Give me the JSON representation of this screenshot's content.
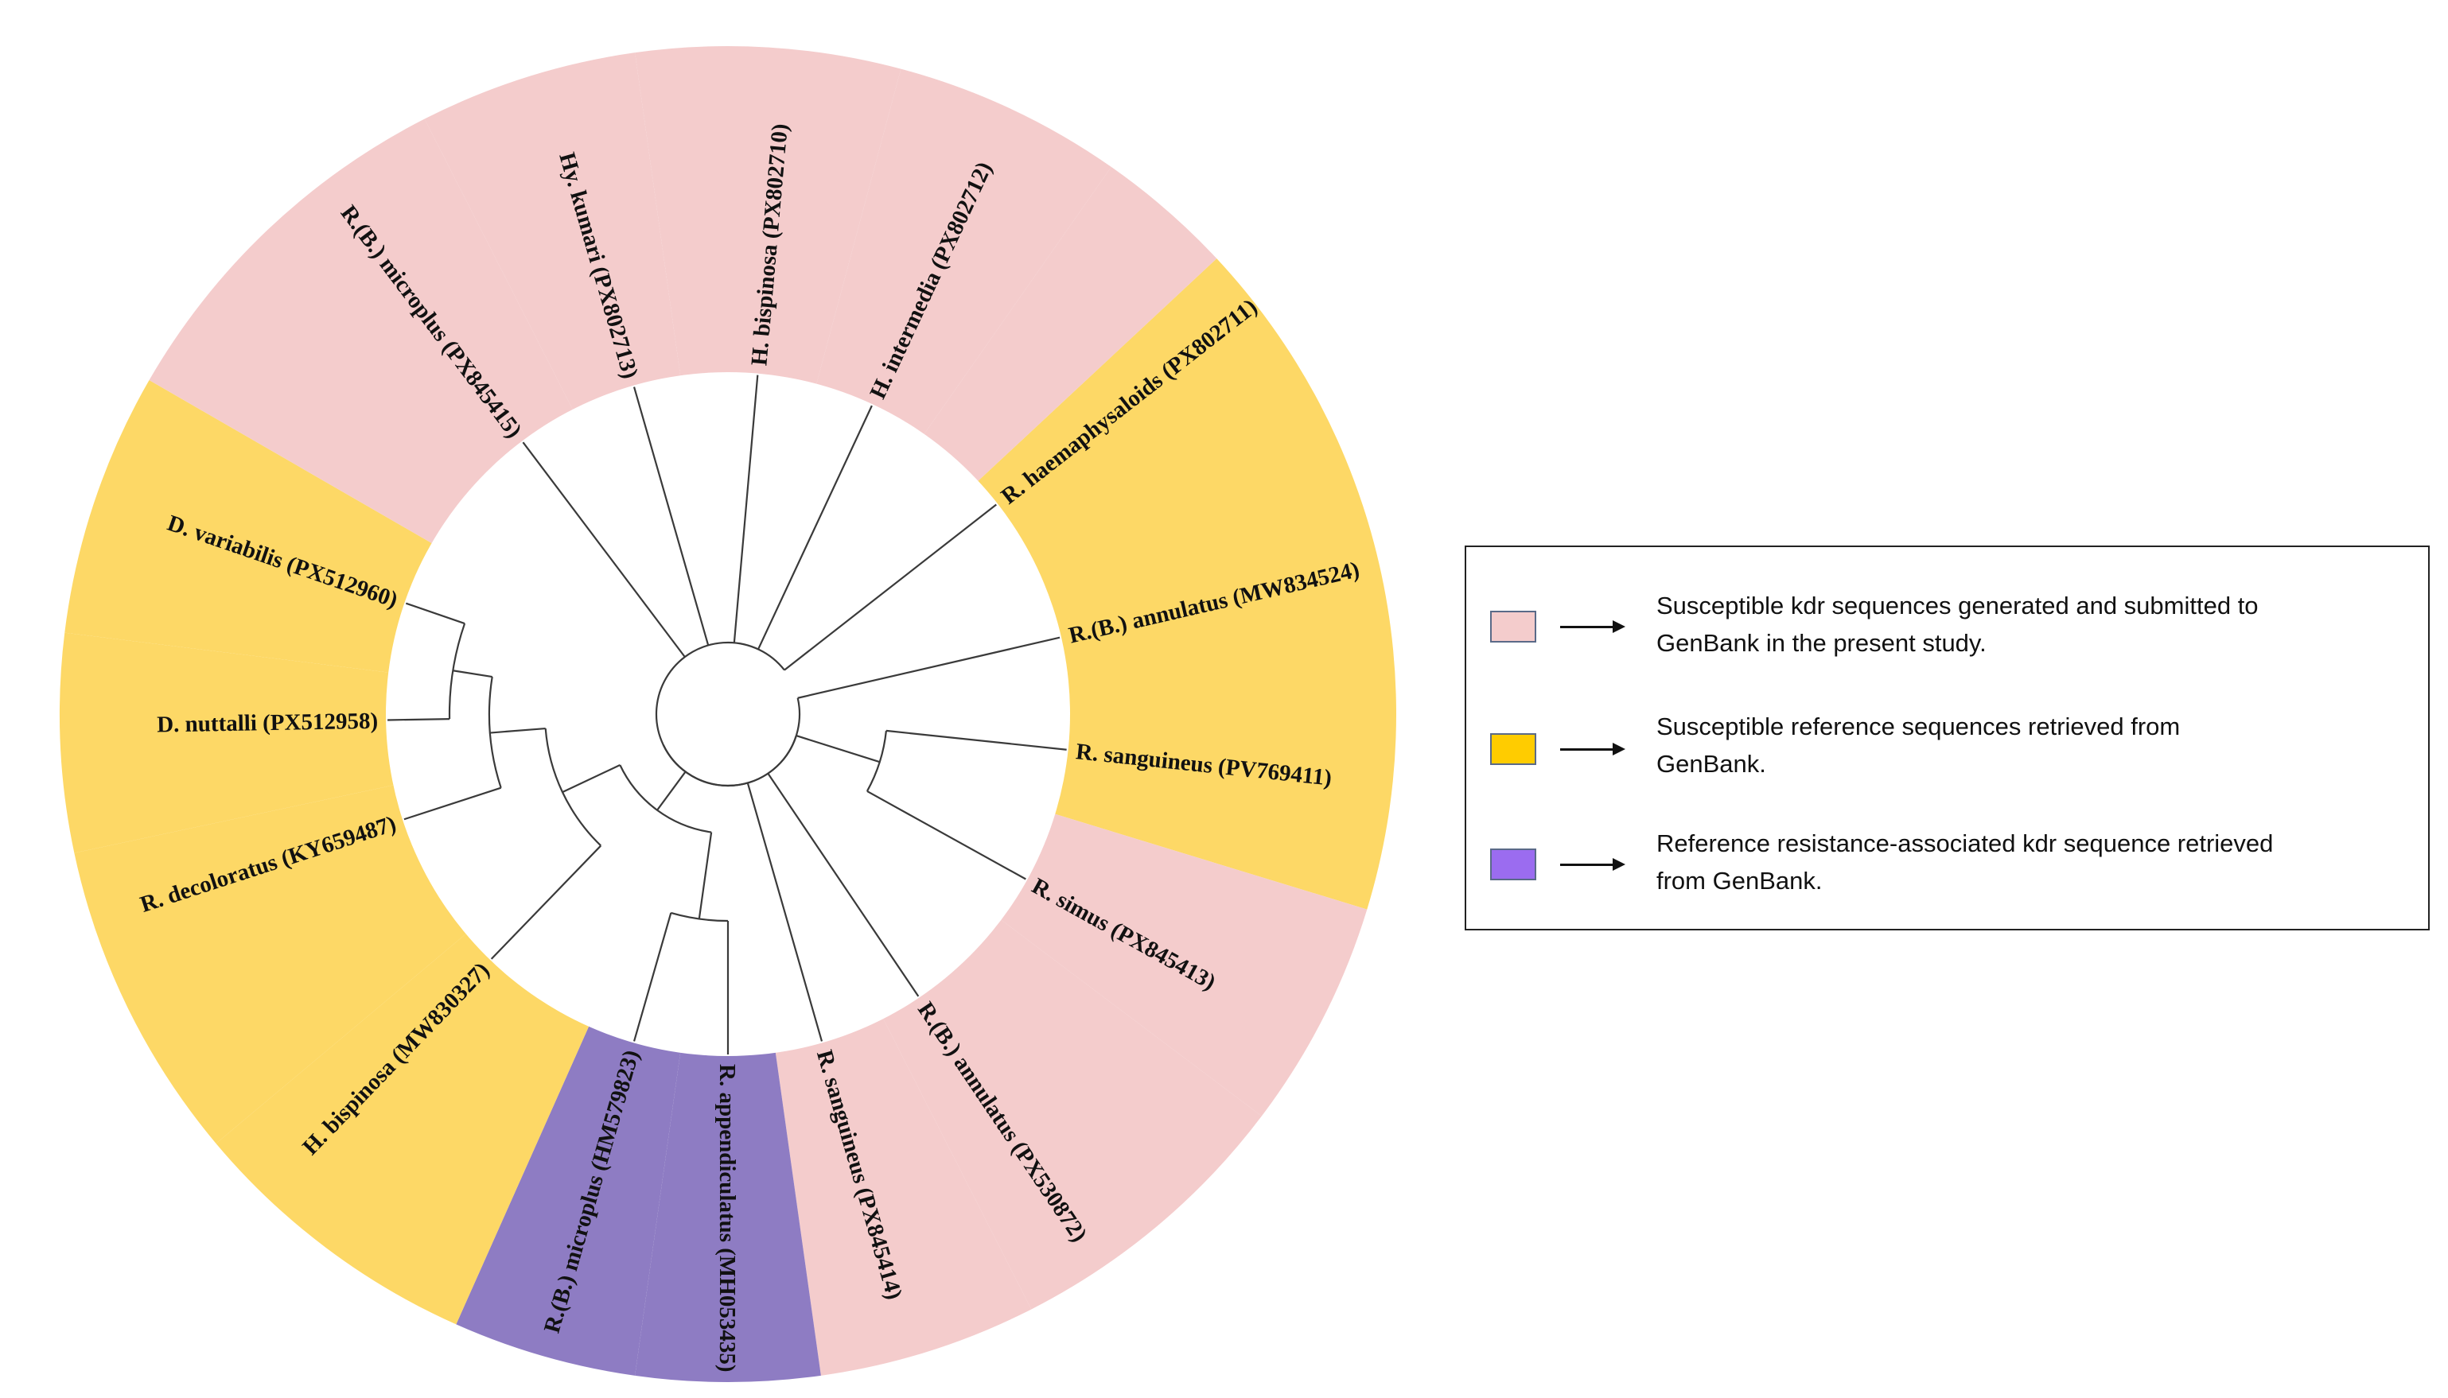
{
  "colors": {
    "pink": "#f4cccc",
    "yellow": "#fdd866",
    "purple": "#8e7cc3",
    "swatch_pink": "#f4cccc",
    "swatch_yellow": "#ffcc00",
    "swatch_purple": "#9b6cf0"
  },
  "tree": {
    "leaves": [
      {
        "id": "l1",
        "label": "R.(B.) annulatus (MW834524)",
        "sector": "yellow"
      },
      {
        "id": "l2",
        "label": "R. sanguineus (PV769411)",
        "sector": "yellow"
      },
      {
        "id": "l3",
        "label": "R. simus (PX845413)",
        "sector": "pink"
      },
      {
        "id": "l4",
        "label": "R.(B.) annulatus (PX530872)",
        "sector": "pink"
      },
      {
        "id": "l5",
        "label": "R. sanguineus (PX845414)",
        "sector": "pink"
      },
      {
        "id": "l6",
        "label": "R. appendiculatus (MH053435)",
        "sector": "purple"
      },
      {
        "id": "l7",
        "label": "R.(B.) microplus (HM579823)",
        "sector": "purple"
      },
      {
        "id": "l8",
        "label": "H. bispinosa (MW830327)",
        "sector": "yellow"
      },
      {
        "id": "l9",
        "label": "R. decoloratus (KY659487)",
        "sector": "yellow"
      },
      {
        "id": "l10",
        "label": "D. nuttalli (PX512958)",
        "sector": "yellow"
      },
      {
        "id": "l11",
        "label": "D. variabilis (PX512960)",
        "sector": "yellow"
      },
      {
        "id": "l12",
        "label": "R.(B.) microplus (PX845415)",
        "sector": "pink"
      },
      {
        "id": "l13",
        "label": "Hy. kumari (PX802713)",
        "sector": "pink"
      },
      {
        "id": "l14",
        "label": "H. bispinosa (PX802710)",
        "sector": "pink"
      },
      {
        "id": "l15",
        "label": "H. intermedia (PX802712)",
        "sector": "pink"
      },
      {
        "id": "l16",
        "label": "R. haemaphysaloids (PX802711)",
        "sector": "pink"
      }
    ]
  },
  "legend": {
    "items": [
      {
        "color_key": "swatch_pink",
        "line1": "Susceptible kdr sequences generated and submitted to",
        "line2": "GenBank in the present study."
      },
      {
        "color_key": "swatch_yellow",
        "line1": "Susceptible reference sequences retrieved from",
        "line2": "GenBank."
      },
      {
        "color_key": "swatch_purple",
        "line1": "Reference resistance-associated kdr sequence retrieved",
        "line2": "from GenBank."
      }
    ]
  }
}
